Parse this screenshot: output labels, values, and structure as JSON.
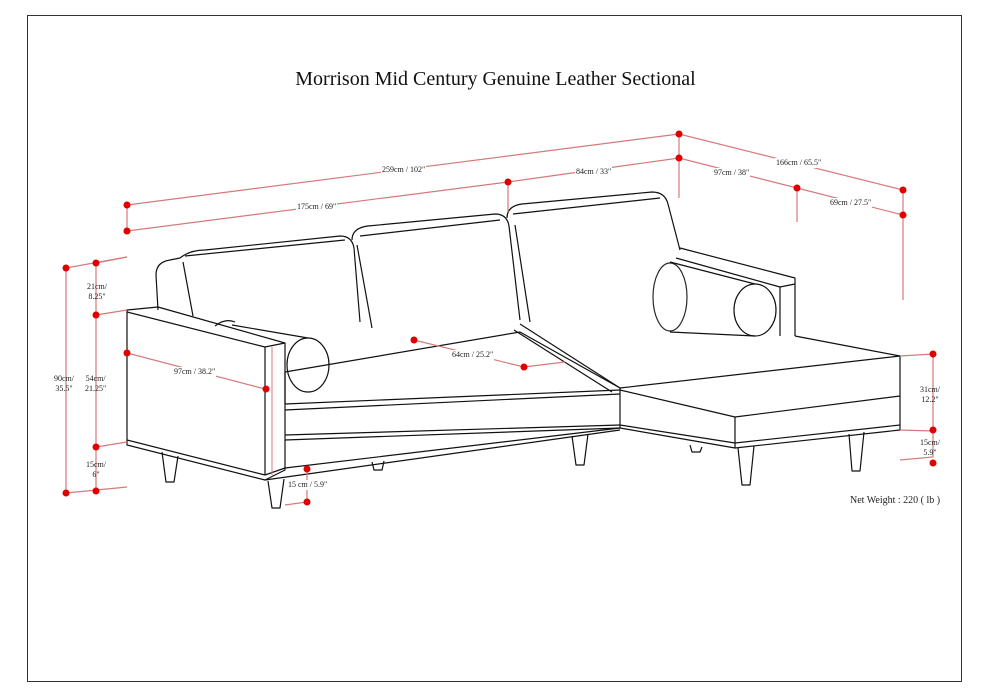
{
  "title": "Morrison Mid Century Genuine Leather Sectional",
  "net_weight": "Net Weight : 220 ( lb )",
  "colors": {
    "dimension_line": "#d47a7a",
    "dimension_dot": "#e00000",
    "outline": "#111111",
    "frame": "#333333"
  },
  "dimensions": {
    "overall_length": "259cm / 102\"",
    "sofa_length": "175cm / 69\"",
    "chaise_width_top": "84cm / 33\"",
    "overall_depth": "166cm / 65.5\"",
    "sofa_depth": "97cm / 38\"",
    "chaise_extension": "69cm / 27.5\"",
    "arm_depth": "97cm / 38.2\"",
    "seat_depth": "64cm / 25.2\"",
    "leg_height": "15 cm / 5.9\"",
    "back_height_a": "21cm/",
    "back_height_b": "8.25\"",
    "arm_height_a": "54cm/",
    "arm_height_b": "21.25\"",
    "leg_left_a": "15cm/",
    "leg_left_b": "6\"",
    "total_height_a": "90cm/",
    "total_height_b": "35.5\"",
    "chaise_seat_a": "31cm/",
    "chaise_seat_b": "12.2\"",
    "chaise_leg_a": "15cm/",
    "chaise_leg_b": "5.9\""
  }
}
